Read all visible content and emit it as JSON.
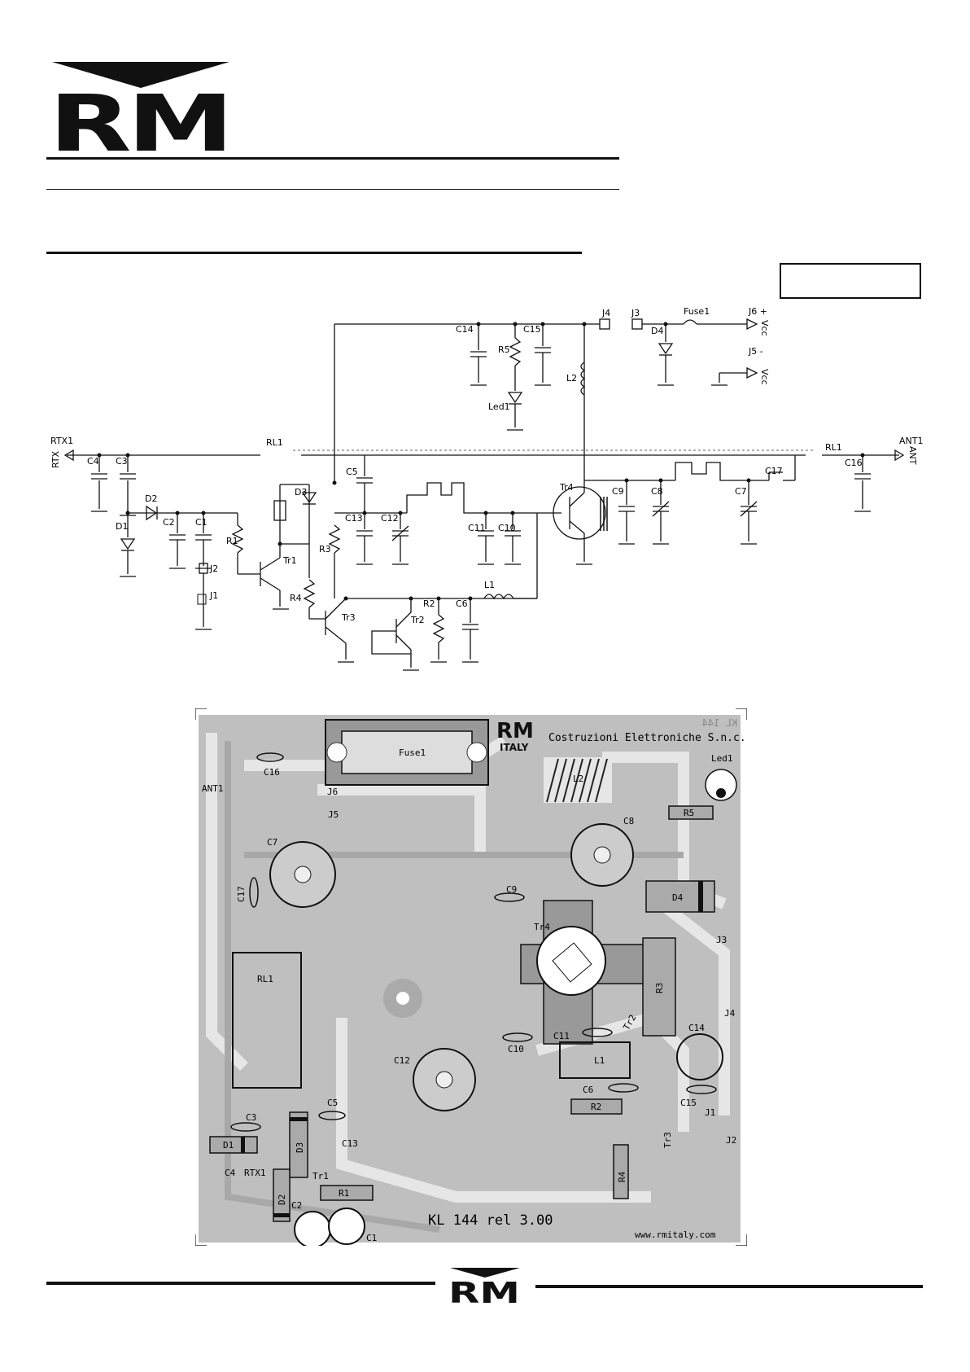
{
  "header": {
    "logo_text": "RM"
  },
  "schematic": {
    "labels": {
      "rtx1": "RTX1",
      "rtx": "RTX",
      "ant1": "ANT1",
      "ant": "ANT",
      "rl1_left": "RL1",
      "rl1_right": "RL1",
      "j1": "J1",
      "j2": "J2",
      "j3": "J3",
      "j4": "J4",
      "j5": "J5 -",
      "j6": "J6 +",
      "vcc_a": "Vcc",
      "vcc_b": "Vcc",
      "fuse1": "Fuse1",
      "c1": "C1",
      "c2": "C2",
      "c3": "C3",
      "c4": "C4",
      "c5": "C5",
      "c6": "C6",
      "c7": "C7",
      "c8": "C8",
      "c9": "C9",
      "c10": "C10",
      "c11": "C11",
      "c12": "C12",
      "c13": "C13",
      "c14": "C14",
      "c15": "C15",
      "c16": "C16",
      "c17": "C17",
      "d1": "D1",
      "d2": "D2",
      "d3": "D3",
      "d4": "D4",
      "r1": "R1",
      "r2": "R2",
      "r3": "R3",
      "r4": "R4",
      "r5": "R5",
      "l1": "L1",
      "l2": "L2",
      "tr1": "Tr1",
      "tr2": "Tr2",
      "tr3": "Tr3",
      "tr4": "Tr4",
      "led1": "Led1"
    }
  },
  "pcb": {
    "brand_logo": "RM",
    "brand_sub": "ITALY",
    "company": "Costruzioni Elettroniche S.n.c.",
    "model_mirror": "KL 144",
    "model_release": "KL 144 rel 3.00",
    "website": "www.rmitaly.com",
    "labels": {
      "fuse1": "Fuse1",
      "led1": "Led1",
      "c16": "C16",
      "ant1": "ANT1",
      "j6": "J6",
      "j5": "J5",
      "l2": "L2",
      "c8": "C8",
      "r5": "R5",
      "c7": "C7",
      "c17": "C17",
      "c9": "C9",
      "d4": "D4",
      "tr4": "Tr4",
      "j3": "J3",
      "rl1": "RL1",
      "r3": "R3",
      "j4": "J4",
      "tr2": "Tr2",
      "c14": "C14",
      "c10": "C10",
      "c11": "C11",
      "l1": "L1",
      "c12": "C12",
      "c6": "C6",
      "c15": "C15",
      "j1": "J1",
      "c5": "C5",
      "c3": "C3",
      "r2": "R2",
      "d3": "D3",
      "tr3": "Tr3",
      "j2": "J2",
      "d1": "D1",
      "c13": "C13",
      "c4": "C4",
      "rtx1": "RTX1",
      "tr1": "Tr1",
      "d2": "D2",
      "r4": "R4",
      "r1": "R1",
      "c2": "C2",
      "c1": "C1"
    }
  },
  "footer": {
    "logo_text": "RM"
  }
}
